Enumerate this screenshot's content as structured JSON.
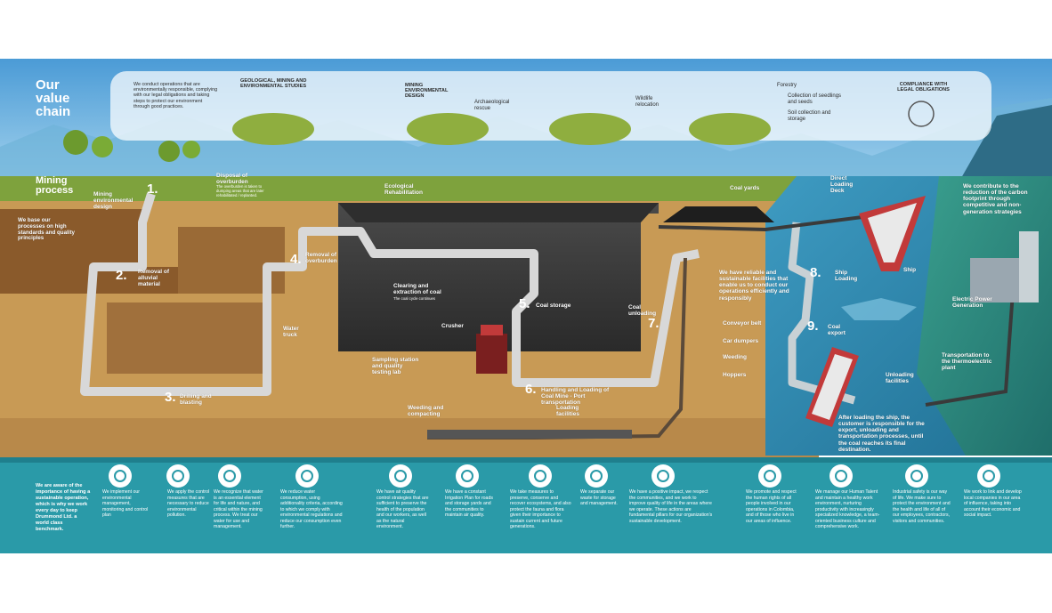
{
  "header": {
    "title_line1": "Our",
    "title_line2": "value",
    "title_line3": "chain",
    "intro": "We conduct operations that are environmentally responsible, complying with our legal obligations and taking steps to protect our environment through good practices."
  },
  "value_chain": {
    "geo_studies": "GEOLOGICAL, MINING AND ENVIRONMENTAL STUDIES",
    "mining_design": "MINING ENVIRONMENTAL DESIGN",
    "archaeological": "Archaeological rescue",
    "wildlife": "Wildlife relocation",
    "forestry": "Forestry",
    "forestry_1": "Collection of seedlings and seeds",
    "forestry_2": "Soil collection and storage",
    "compliance": "COMPLIANCE WITH LEGAL OBLIGATIONS"
  },
  "mining": {
    "title_line1": "Mining",
    "title_line2": "process",
    "principles": "We base our processes on high standards and quality principles",
    "step1": "Mining environmental design",
    "step1_num": "1.",
    "disposal_title": "Disposal of overburden",
    "disposal_desc": "The overburden is taken to dumping areas that are later rehabilitated / replanted.",
    "ecological": "Ecological Rehabilitation",
    "step2_num": "2.",
    "step2": "Removal of alluvial material",
    "step3_num": "3.",
    "step3": "Drilling and blasting",
    "step4_num": "4.",
    "step4": "Removal of overburden",
    "water_truck": "Water truck",
    "clearing": "Clearing and extraction of coal",
    "clearing_sub": "The coal cycle continues",
    "step5_num": "5.",
    "step5": "Coal storage",
    "crusher": "Crusher",
    "sampling": "Sampling station and quality testing lab",
    "weeding": "Weeding and compacting",
    "step6_num": "6.",
    "step6": "Handling and Loading of Coal Mine - Port transportation",
    "loading": "Loading facilities",
    "coal_yards": "Coal yards",
    "step7_num": "7.",
    "step7": "Coal unloading",
    "reliable": "We have reliable and sustainable facilities that enable us to conduct our operations efficiently and responsibly",
    "conveyor": "Conveyor belt",
    "car_dumpers": "Car dumpers",
    "weeding2": "Weeding",
    "hoppers": "Hoppers",
    "direct_loading": "Direct Loading Deck",
    "step8_num": "8.",
    "step8": "Ship Loading",
    "ship": "Ship",
    "step9_num": "9.",
    "step9": "Coal export",
    "unloading": "Unloading facilities",
    "after_loading": "After loading the ship, the customer is responsible for the export, unloading and transportation processes, until the coal reaches its final destination.",
    "carbon": "We contribute to the reduction of the carbon footprint through competitive and non-generation strategies",
    "power": "Electric Power Generation",
    "transport_thermo": "Transportation to the thermoelectric plant"
  },
  "bottom_panel": {
    "intro": "We are aware of the importance of having a sustainable operation, which is why we work every day to keep Drummond Ltd. a world class benchmark.",
    "items": [
      {
        "icon": "plant-hand-icon",
        "text": "We implement our environmental management, monitoring and control plan"
      },
      {
        "icon": "bottle-icon",
        "text": "We apply the control measures that are necessary to reduce environmental pollution."
      },
      {
        "icon": "water-drop-icon",
        "text": "We recognize that water is an essential element for life and nature, and critical within the mining process. We treat our water for use and management."
      },
      {
        "icon": "recycle-drop-icon",
        "text": "We reduce water consumption, using additionality criteria, according to which we comply with environmental regulations and reduce our consumption even further."
      },
      {
        "icon": "cloud-icon",
        "text": "We have air quality control strategies that are sufficient to preserve the health of the population and our workers, as well as the natural environment."
      },
      {
        "icon": "irrigation-icon",
        "text": "We have a constant Irrigation Plan for roads and storage yards and the communities to maintain air quality."
      },
      {
        "icon": "tree-icon",
        "text": "We take measures to preserve, conserve and recover ecosystems, and also protect the fauna and flora given their importance to sustain current and future generations."
      },
      {
        "icon": "waste-bin-icon",
        "text": "We separate our waste for storage and management."
      },
      {
        "icon": "globe-icon",
        "text": "We have a positive impact, we respect the communities, and we work to improve quality of life in the areas where we operate. These actions are fundamental pillars for our organization's sustainable development."
      },
      {
        "icon": "handshake-icon",
        "text": "We promote and respect the human rights of all people involved in our operations in Colombia, and of those who live in our areas of influence."
      },
      {
        "icon": "worker-icon",
        "text": "We manage our Human Talent and maintain a healthy work environment, nurturing productivity with increasingly specialized knowledge, a team-oriented business culture and comprehensive work."
      },
      {
        "icon": "first-aid-icon",
        "text": "Industrial safety is our way of life. We make sure to protect the environment and the health and life of all of our employees, contractors, visitors and communities."
      },
      {
        "icon": "community-icon",
        "text": "We work to link and develop local companies in our area of influence, taking into account their economic and social impact."
      }
    ]
  },
  "colors": {
    "sky": "#5aa3d9",
    "teal_panel": "#2a9aa8",
    "dark_pit": "#3a3a3a",
    "ground": "#c89a55",
    "sea": "#2f8cb0",
    "green_zone": "#3c9c86",
    "road": "#d7d7d7"
  }
}
